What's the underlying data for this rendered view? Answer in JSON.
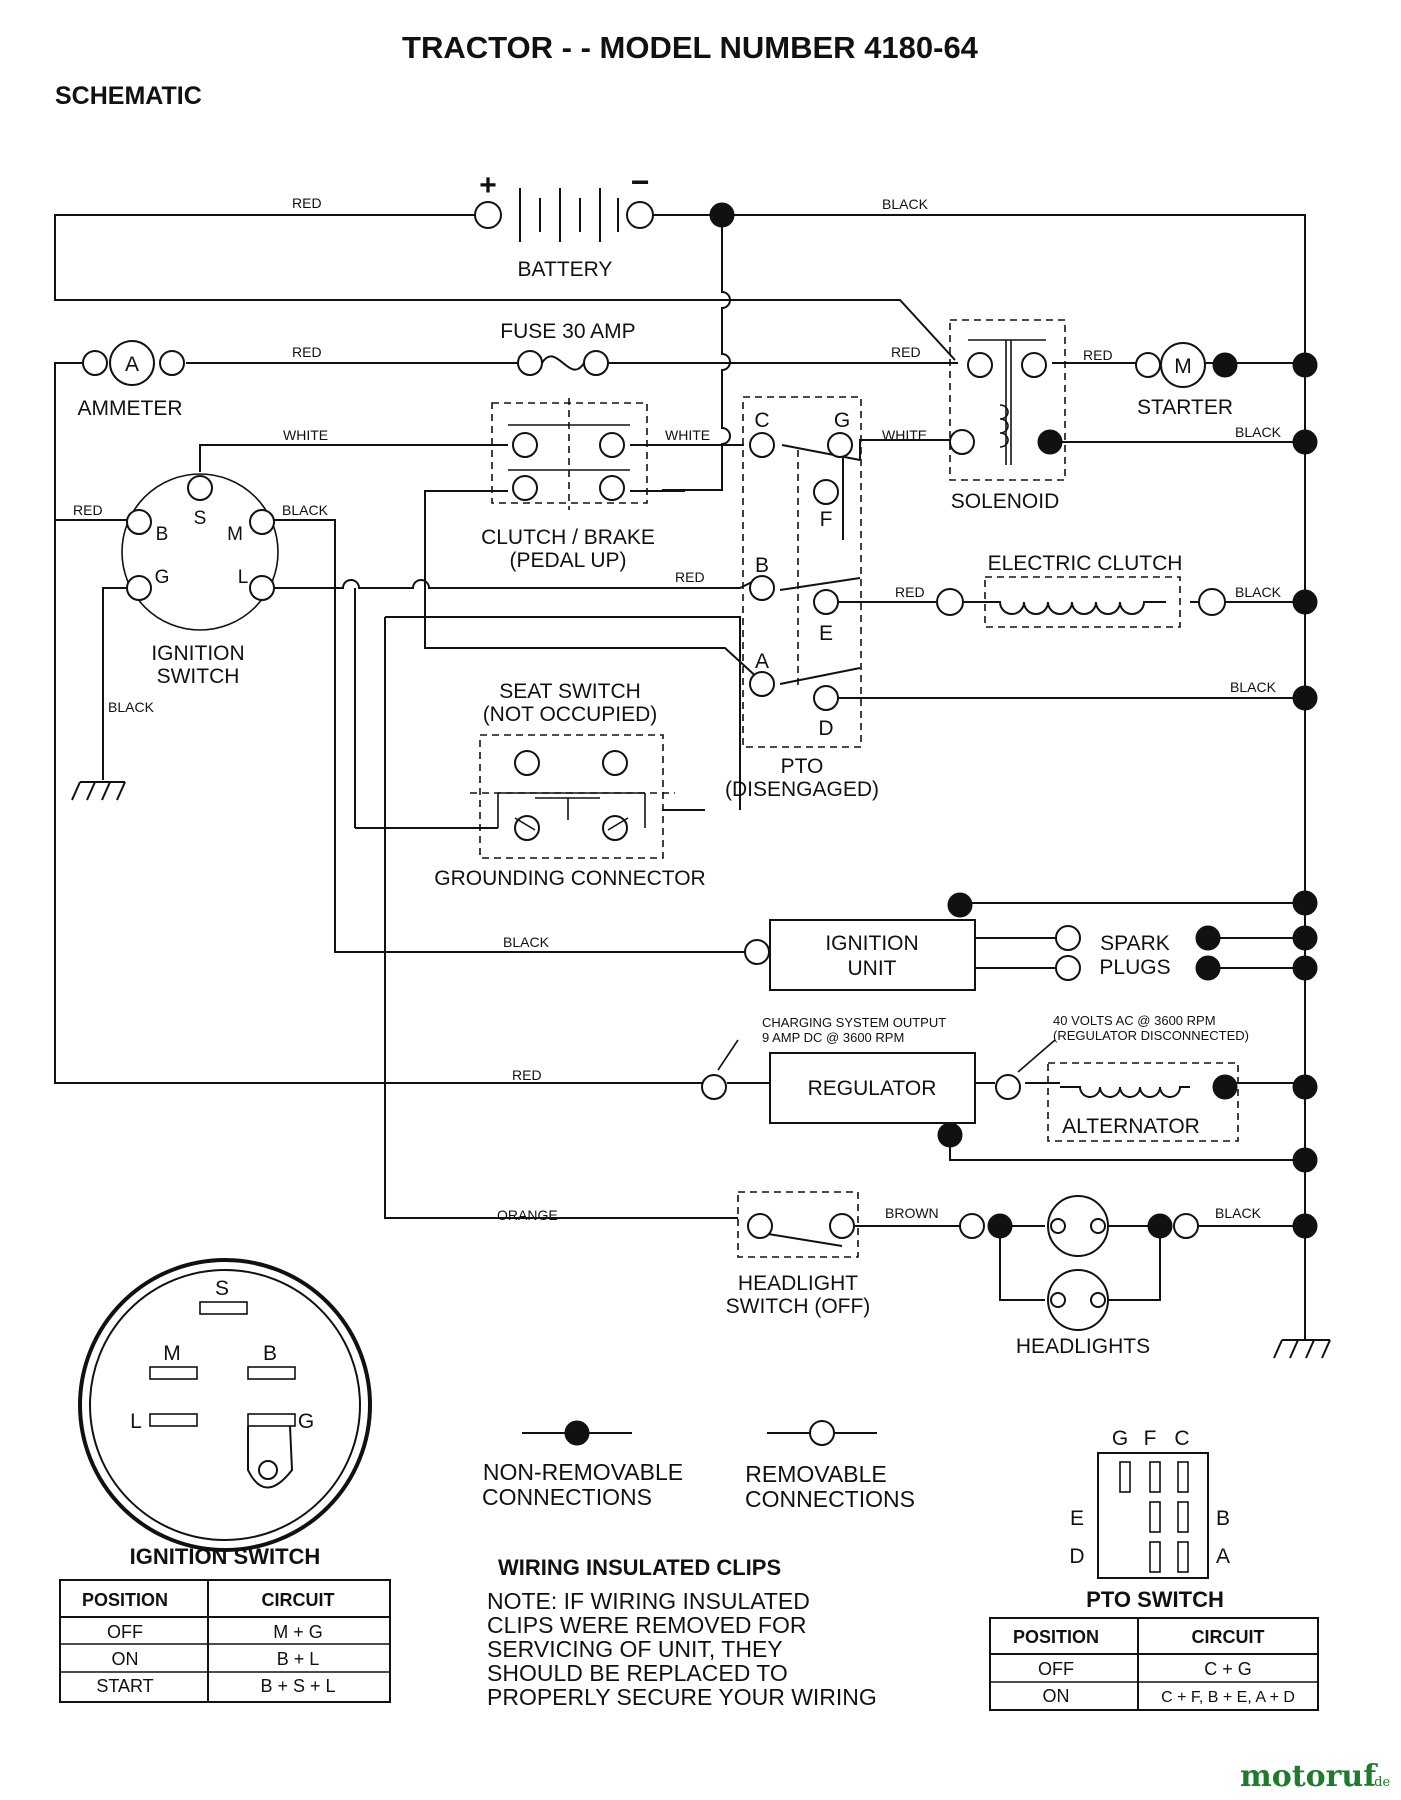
{
  "header": {
    "title": "TRACTOR - - MODEL NUMBER 4180-64",
    "subtitle": "SCHEMATIC"
  },
  "components": {
    "battery": "BATTERY",
    "battery_plus": "+",
    "battery_minus": "−",
    "fuse": "FUSE 30 AMP",
    "ammeter": "AMMETER",
    "ammeter_symbol": "A",
    "starter": "STARTER",
    "starter_symbol": "M",
    "solenoid": "SOLENOID",
    "clutch_brake_1": "CLUTCH / BRAKE",
    "clutch_brake_2": "(PEDAL UP)",
    "electric_clutch": "ELECTRIC CLUTCH",
    "ignition_switch_1": "IGNITION",
    "ignition_switch_2": "SWITCH",
    "seat_switch_1": "SEAT SWITCH",
    "seat_switch_2": "(NOT OCCUPIED)",
    "grounding_connector": "GROUNDING CONNECTOR",
    "pto_1": "PTO",
    "pto_2": "(DISENGAGED)",
    "ignition_unit_1": "IGNITION",
    "ignition_unit_2": "UNIT",
    "spark_plugs_1": "SPARK",
    "spark_plugs_2": "PLUGS",
    "regulator": "REGULATOR",
    "alternator": "ALTERNATOR",
    "charging_note_1": "CHARGING SYSTEM OUTPUT",
    "charging_note_2": "9 AMP DC @ 3600 RPM",
    "alternator_note_1": "40 VOLTS AC @ 3600 RPM",
    "alternator_note_2": "(REGULATOR DISCONNECTED)",
    "headlight_switch_1": "HEADLIGHT",
    "headlight_switch_2": "SWITCH (OFF)",
    "headlights": "HEADLIGHTS"
  },
  "wires": {
    "red": "RED",
    "black": "BLACK",
    "white": "WHITE",
    "orange": "ORANGE",
    "brown": "BROWN"
  },
  "ignition_terminals": {
    "s": "S",
    "b": "B",
    "m": "M",
    "g": "G",
    "l": "L"
  },
  "pto_terminals": {
    "c": "C",
    "g": "G",
    "f": "F",
    "b": "B",
    "e": "E",
    "a": "A",
    "d": "D"
  },
  "legend": {
    "non_removable_1": "NON-REMOVABLE",
    "non_removable_2": "CONNECTIONS",
    "removable_1": "REMOVABLE",
    "removable_2": "CONNECTIONS"
  },
  "ignition_switch_table": {
    "title": "IGNITION SWITCH",
    "headers": [
      "POSITION",
      "CIRCUIT"
    ],
    "rows": [
      [
        "OFF",
        "M + G"
      ],
      [
        "ON",
        "B + L"
      ],
      [
        "START",
        "B + S + L"
      ]
    ]
  },
  "clips_note": {
    "title": "WIRING INSULATED CLIPS",
    "lines": [
      "NOTE: IF WIRING INSULATED",
      "CLIPS WERE REMOVED FOR",
      "SERVICING OF UNIT, THEY",
      "SHOULD BE REPLACED TO",
      "PROPERLY SECURE YOUR WIRING"
    ]
  },
  "pto_switch_table": {
    "title": "PTO SWITCH",
    "headers": [
      "POSITION",
      "CIRCUIT"
    ],
    "rows": [
      [
        "OFF",
        "C + G"
      ],
      [
        "ON",
        "C + F, B + E, A + D"
      ]
    ]
  },
  "watermark": {
    "brand": "motoruf",
    "suffix": ".de"
  }
}
